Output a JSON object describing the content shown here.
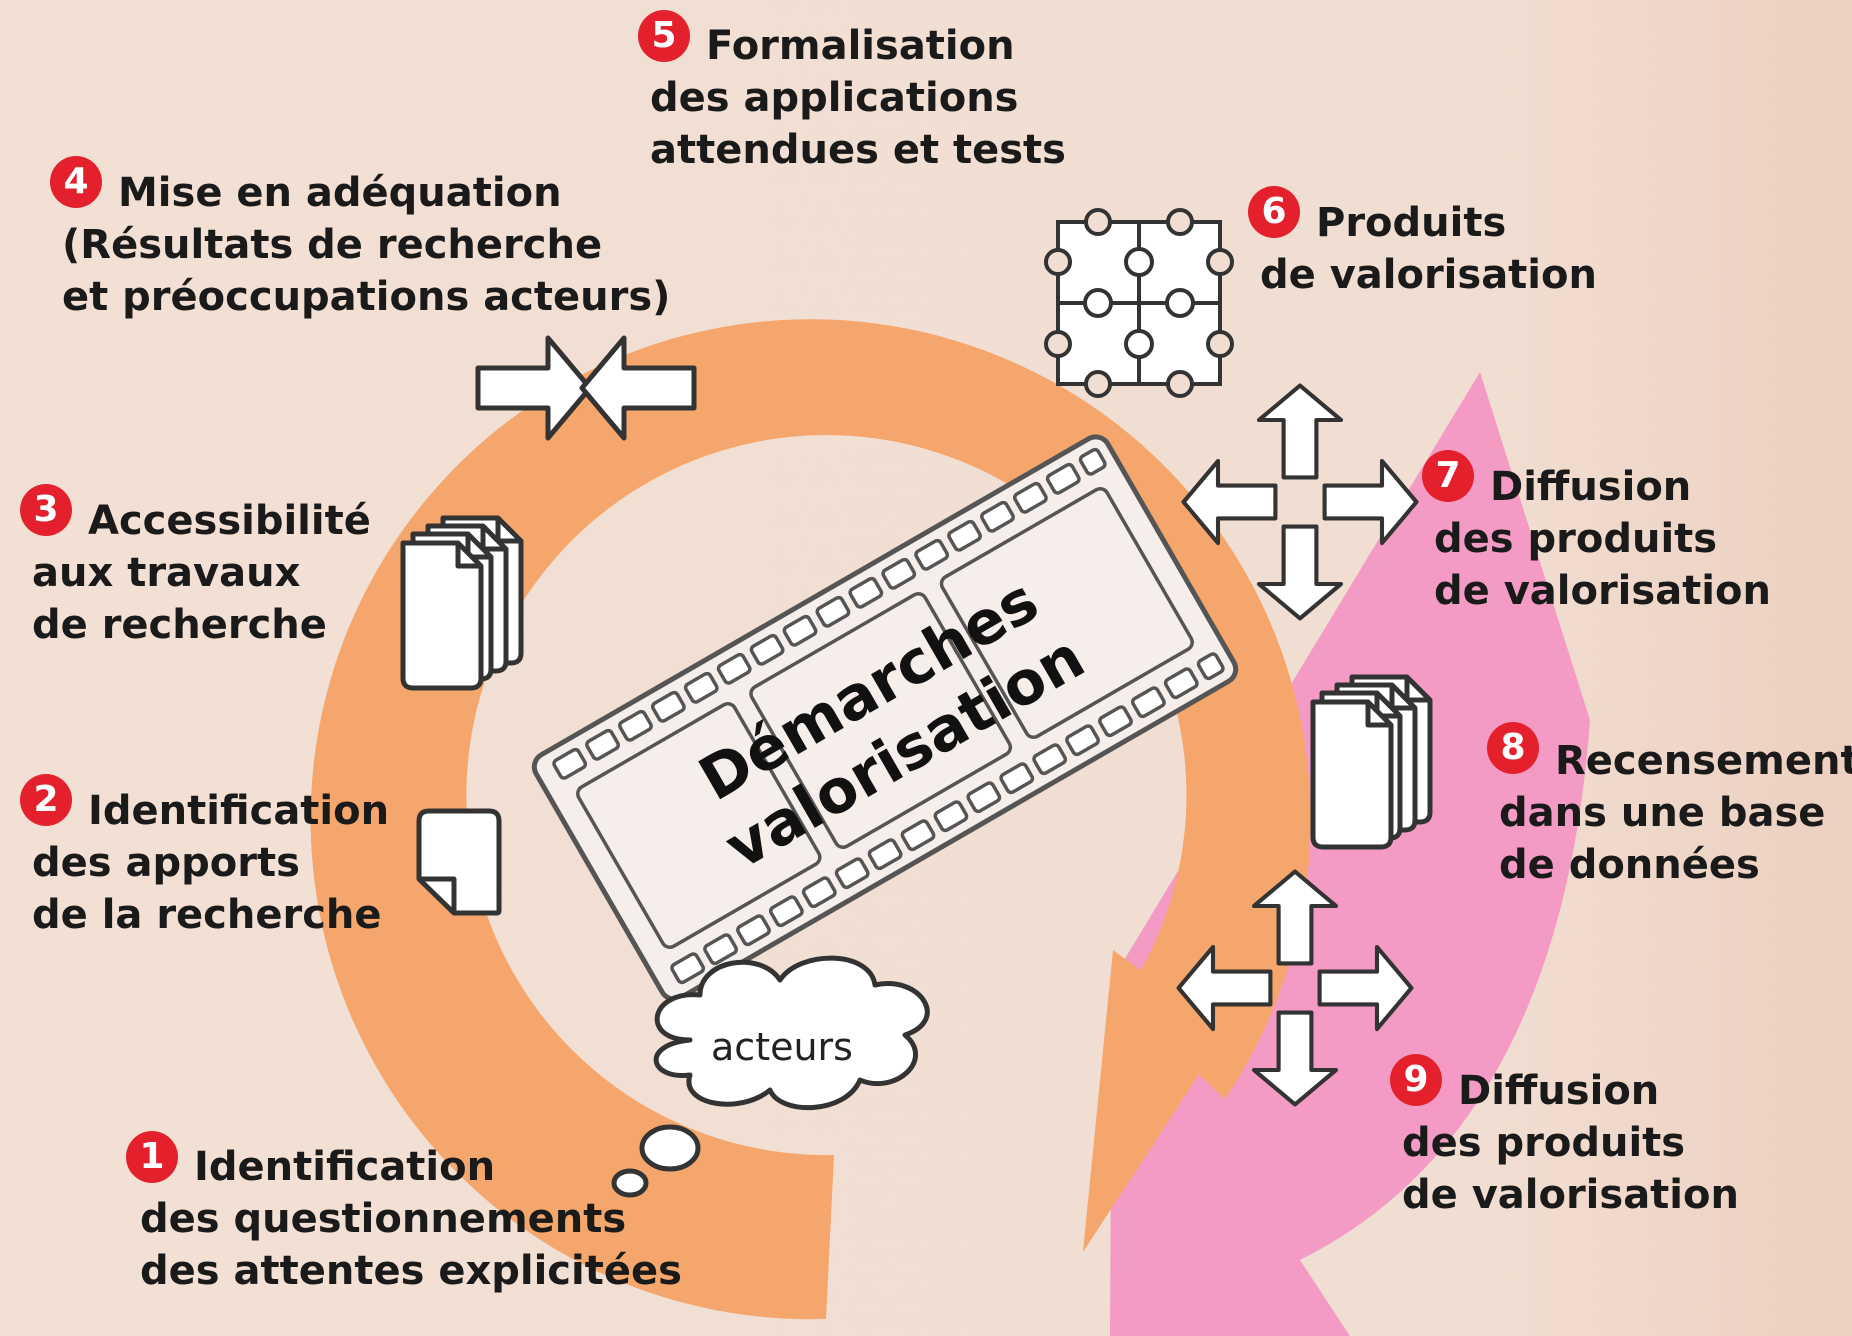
{
  "center": {
    "line1": "Démarches",
    "line2": "valorisation"
  },
  "cloud_label": "acteurs",
  "colors": {
    "background": "#f2e0d4",
    "cycle_arrow": "#f5a66c",
    "output_arrow": "#f39bc4",
    "badge": "#e3202b"
  },
  "steps": [
    {
      "number": "1",
      "lines": [
        "Identification",
        "des questionnements",
        "des attentes explicitées"
      ]
    },
    {
      "number": "2",
      "lines": [
        "Identification",
        "des apports",
        "de la recherche"
      ]
    },
    {
      "number": "3",
      "lines": [
        "Accessibilité",
        "aux travaux",
        "de recherche"
      ]
    },
    {
      "number": "4",
      "lines": [
        "Mise en adéquation",
        "(Résultats de recherche",
        "et préoccupations acteurs)"
      ]
    },
    {
      "number": "5",
      "lines": [
        "Formalisation",
        "des applications",
        "attendues et tests"
      ]
    },
    {
      "number": "6",
      "lines": [
        "Produits",
        "de valorisation"
      ]
    },
    {
      "number": "7",
      "lines": [
        "Diffusion",
        "des produits",
        "de valorisation"
      ]
    },
    {
      "number": "8",
      "lines": [
        "Recensement",
        "dans une base",
        "de données"
      ]
    },
    {
      "number": "9",
      "lines": [
        "Diffusion",
        "des produits",
        "de valorisation"
      ]
    }
  ],
  "icons": [
    "converging-arrows-icon",
    "documents-stack-icon",
    "single-document-icon",
    "puzzle-icon",
    "four-way-arrows-icon",
    "film-strip-icon",
    "thought-cloud-icon"
  ]
}
